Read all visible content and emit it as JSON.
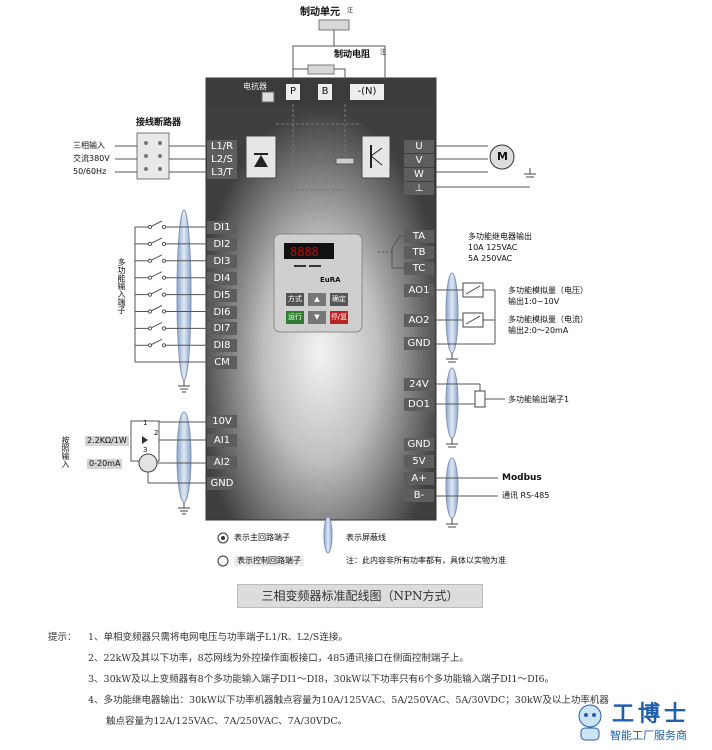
{
  "top": {
    "brake_unit": "制动单元",
    "brake_resistor": "制动电阻",
    "note_mark": "注",
    "reactor": "电抗器",
    "breaker": "接线断路器"
  },
  "power_terminals": [
    "P",
    "B",
    "-(N)"
  ],
  "input_terminals": [
    "L1/R",
    "L2/S",
    "L3/T"
  ],
  "input_labels": [
    "三相输入",
    "交流380V",
    "50/60Hz"
  ],
  "output_terminals": [
    "U",
    "V",
    "W",
    "⊥"
  ],
  "motor_symbol": "M",
  "di_terminals": [
    "DI1",
    "DI2",
    "DI3",
    "DI4",
    "DI5",
    "DI6",
    "DI7",
    "DI8",
    "CM"
  ],
  "di_group_label": "多功能输入端子",
  "analog_terminals": [
    "10V",
    "AI1",
    "AI2",
    "GND"
  ],
  "analog_labels": {
    "side": "按照输入",
    "pot": "2.2KΩ/1W",
    "current": "0-20mA",
    "pin1": "1",
    "pin2": "2",
    "pin3": "3"
  },
  "relay_terminals": [
    "TA",
    "TB",
    "TC"
  ],
  "relay_labels": [
    "多功能继电器输出",
    "10A  125VAC",
    "5A   250VAC"
  ],
  "ao_terminals": [
    "AO1",
    "AO2",
    "GND"
  ],
  "ao_labels": {
    "ao1_title": "多功能模拟量（电压）",
    "ao1_range": "输出1:0~10V",
    "ao2_title": "多功能模拟量（电流）",
    "ao2_range": "输出2:0～20mA"
  },
  "do_terminals": [
    "24V",
    "DO1"
  ],
  "do_label": "多功能输出端子1",
  "comm_terminals": [
    "GND",
    "5V",
    "A+",
    "B-"
  ],
  "comm_labels": {
    "protocol": "Modbus",
    "rs485": "通讯 RS-485"
  },
  "keypad": {
    "brand": "EuRA",
    "keys": [
      "方式",
      "▲",
      "确定",
      "运行",
      "▼",
      "停/复"
    ]
  },
  "legend": {
    "main": "表示主回路端子",
    "control": "表示控制回路端子",
    "shield": "表示屏蔽线",
    "note": "注：此内容非所有功率都有，具体以实物为准"
  },
  "caption": "三相变频器标准配线图（NPN方式）",
  "notes": {
    "prefix": "提示：",
    "items": [
      "1、单相变频器只需将电网电压与功率端子L1/R、L2/S连接。",
      "2、22kW及其以下功率，8芯网线为外控操作面板接口，485通讯接口在侧面控制端子上。",
      "3、30kW及以上变频器有8个多功能输入端子DI1～DI8，30kW以下功率只有6个多功能输入端子DI1～DI6。",
      "4、多功能继电器输出：30kW以下功率机器触点容量为10A/125VAC、5A/250VAC、5A/30VDC；30kW及以上功率机器",
      "触点容量为12A/125VAC、7A/250VAC、7A/30VDC。"
    ]
  },
  "watermark": {
    "title": "工博士",
    "subtitle": "智能工厂服务商"
  },
  "colors": {
    "panel": "#4a4a4a",
    "terminal": "#5d5d5d",
    "logo_blue": "#1f5fae"
  }
}
